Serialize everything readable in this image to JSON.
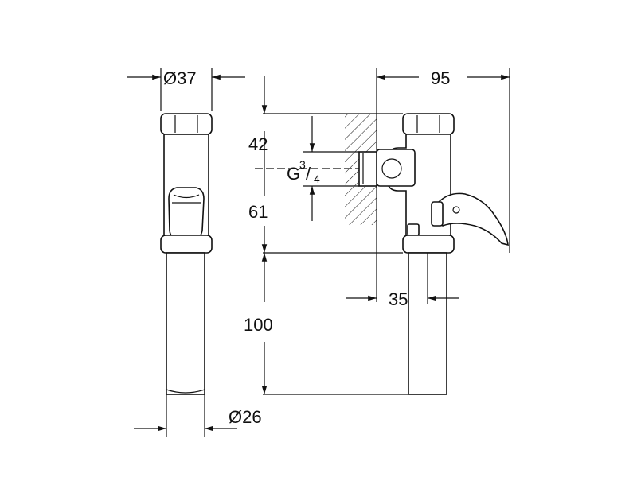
{
  "dimensions": {
    "dia_top": "Ø37",
    "dia_bottom": "Ø26",
    "width_total": "95",
    "height_upper": "42",
    "height_lower": "61",
    "height_pipe": "100",
    "offset": "35"
  },
  "thread": {
    "letter": "G",
    "numerator": "3",
    "slash": "/",
    "denominator": "4"
  },
  "colors": {
    "line": "#111111",
    "background": "#ffffff"
  }
}
